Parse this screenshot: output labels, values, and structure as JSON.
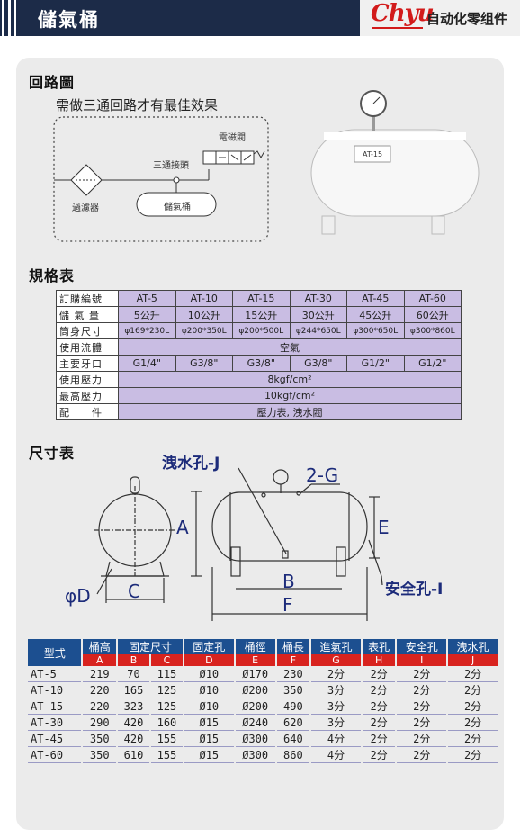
{
  "header": {
    "title": "儲氣桶",
    "brand_logo": "Chyu",
    "brand_tagline": "自动化零组件"
  },
  "circuit": {
    "title": "回路圖",
    "note": "需做三通回路才有最佳效果",
    "labels": {
      "solenoid": "電磁閥",
      "tee": "三通接頭",
      "filter": "過濾器",
      "tank": "儲氣桶"
    }
  },
  "product_plate": "AT-15",
  "spec": {
    "title": "規格表",
    "rows": [
      {
        "label": "訂購編號",
        "values": [
          "AT-5",
          "AT-10",
          "AT-15",
          "AT-30",
          "AT-45",
          "AT-60"
        ],
        "head": true
      },
      {
        "label": "儲 氣 量",
        "values": [
          "5公升",
          "10公升",
          "15公升",
          "30公升",
          "45公升",
          "60公升"
        ]
      },
      {
        "label": "筒身尺寸",
        "values": [
          "φ169*230L",
          "φ200*350L",
          "φ200*500L",
          "φ244*650L",
          "φ300*650L",
          "φ300*860L"
        ]
      },
      {
        "label": "使用流體",
        "merged": "空氣"
      },
      {
        "label": "主要牙口",
        "values": [
          "G1/4\"",
          "G3/8\"",
          "G3/8\"",
          "G3/8\"",
          "G1/2\"",
          "G1/2\""
        ]
      },
      {
        "label": "使用壓力",
        "merged": "8kgf/cm²"
      },
      {
        "label": "最高壓力",
        "merged": "10kgf/cm²"
      },
      {
        "label": "配　　件",
        "merged": "壓力表, 洩水閥"
      }
    ]
  },
  "dimension": {
    "title": "尺寸表",
    "drain_label": "洩水孔-J",
    "safety_label": "安全孔-I",
    "letters": {
      "A": "A",
      "B": "B",
      "C": "C",
      "D": "φD",
      "E": "E",
      "F": "F",
      "G": "2-G"
    }
  },
  "dim_table": {
    "model_header": "型式",
    "headers": [
      "桶高",
      "固定尺寸",
      "固定孔",
      "桶徑",
      "桶長",
      "進氣孔",
      "表孔",
      "安全孔",
      "洩水孔"
    ],
    "letters": [
      "A",
      "B",
      "C",
      "D",
      "E",
      "F",
      "G",
      "H",
      "I",
      "J"
    ],
    "rows": [
      [
        "AT-5",
        "219",
        "70",
        "115",
        "Ø10",
        "Ø170",
        "230",
        "2分",
        "2分",
        "2分",
        "2分"
      ],
      [
        "AT-10",
        "220",
        "165",
        "125",
        "Ø10",
        "Ø200",
        "350",
        "3分",
        "2分",
        "2分",
        "2分"
      ],
      [
        "AT-15",
        "220",
        "323",
        "125",
        "Ø10",
        "Ø200",
        "490",
        "3分",
        "2分",
        "2分",
        "2分"
      ],
      [
        "AT-30",
        "290",
        "420",
        "160",
        "Ø15",
        "Ø240",
        "620",
        "3分",
        "2分",
        "2分",
        "2分"
      ],
      [
        "AT-45",
        "350",
        "420",
        "155",
        "Ø15",
        "Ø300",
        "640",
        "4分",
        "2分",
        "2分",
        "2分"
      ],
      [
        "AT-60",
        "350",
        "610",
        "155",
        "Ø15",
        "Ø300",
        "860",
        "4分",
        "2分",
        "2分",
        "2分"
      ]
    ]
  }
}
